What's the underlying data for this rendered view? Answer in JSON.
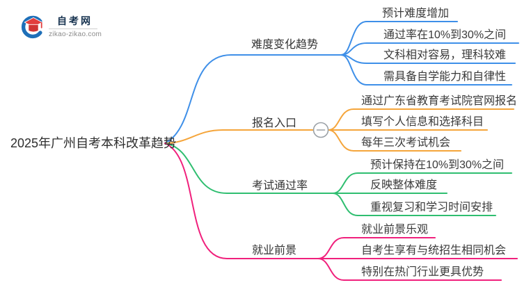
{
  "logo": {
    "site_name": "自考网",
    "site_url": "zikao-zikao.com"
  },
  "root": {
    "title": "2025年广州自考本科改革趋势"
  },
  "branches": [
    {
      "label": "难度变化趋势",
      "color": "#3E8FE8",
      "children": [
        "预计难度增加",
        "通过率在10%到30%之间",
        "文科相对容易，理科较难",
        "需具备自学能力和自律性"
      ]
    },
    {
      "label": "报名入口",
      "color": "#F5A53B",
      "collapse_icon": "minus",
      "children": [
        "通过广东省教育考试院官网报名",
        "填写个人信息和选择科目",
        "每年三次考试机会"
      ]
    },
    {
      "label": "考试通过率",
      "color": "#2FBE70",
      "children": [
        "预计保持在10%到30%之间",
        "反映整体难度",
        "重视复习和学习时间安排"
      ]
    },
    {
      "label": "就业前景",
      "color": "#F0207C",
      "children": [
        "就业前景乐观",
        "自考生享有与统招生相同机会",
        "特别在热门行业更具优势"
      ]
    }
  ]
}
